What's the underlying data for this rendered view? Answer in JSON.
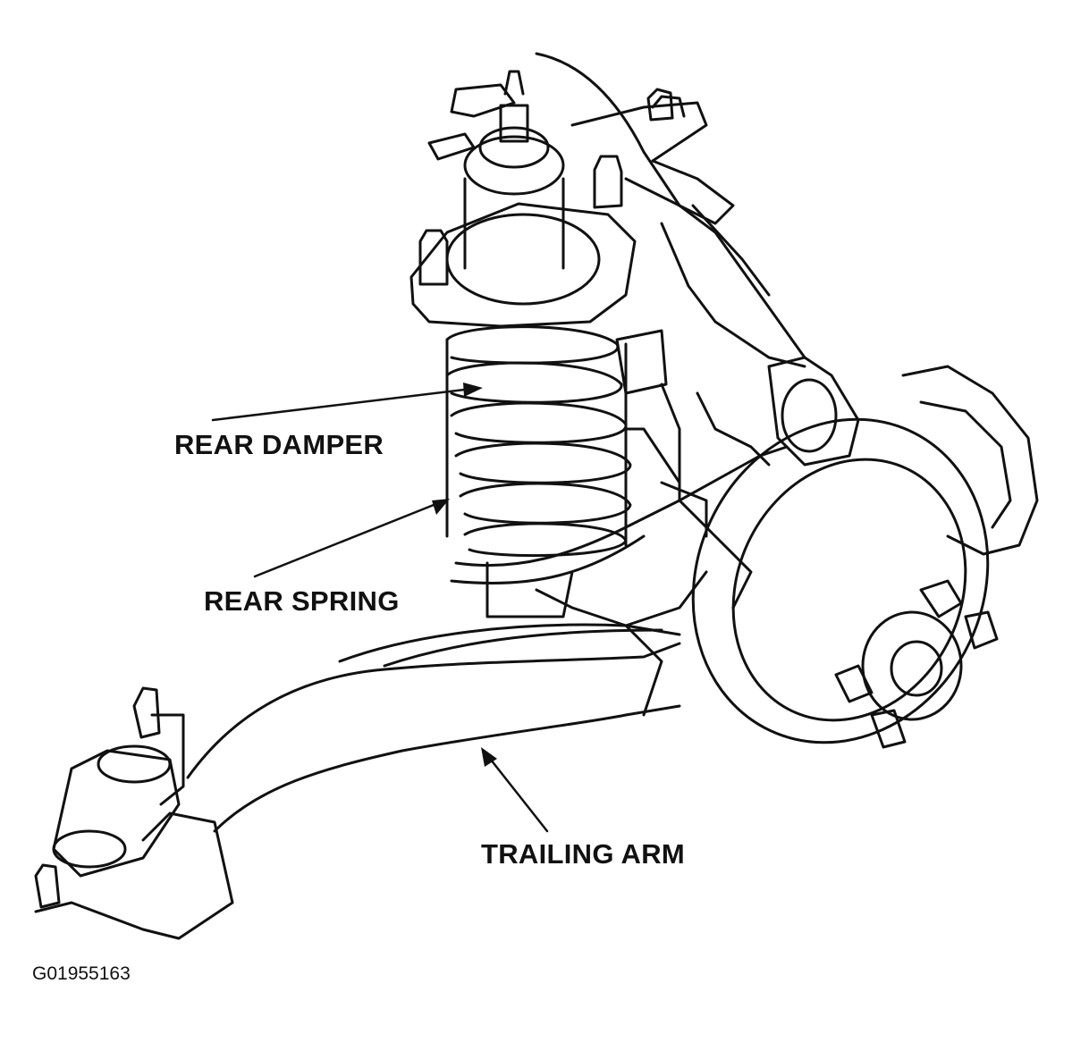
{
  "labels": {
    "rear_damper": "REAR DAMPER",
    "rear_spring": "REAR SPRING",
    "trailing_arm": "TRAILING ARM"
  },
  "figure_code": "G01955163",
  "colors": {
    "ink": "#111111",
    "paper": "#ffffff"
  }
}
